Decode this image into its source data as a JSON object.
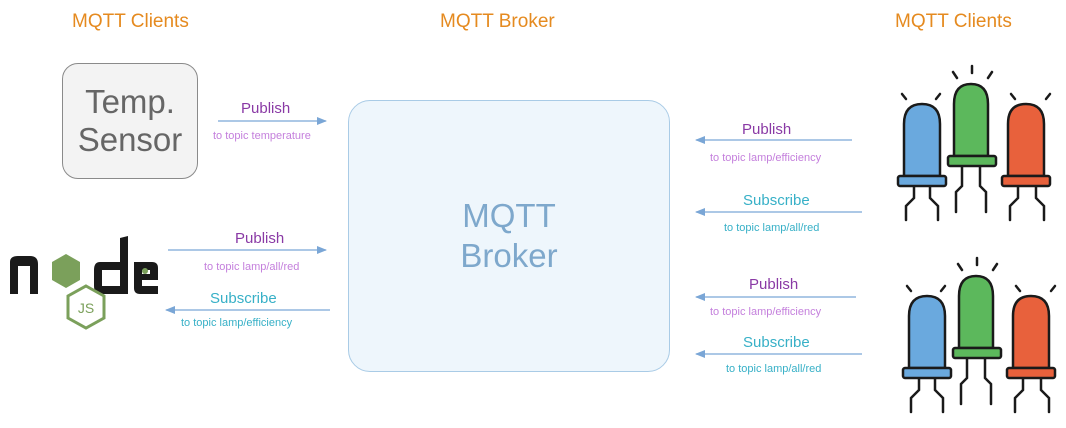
{
  "headers": {
    "left": "MQTT Clients",
    "center": "MQTT Broker",
    "right": "MQTT Clients"
  },
  "sensor": {
    "line1": "Temp.",
    "line2": "Sensor"
  },
  "broker": {
    "line1": "MQTT",
    "line2": "Broker"
  },
  "node_logo": {
    "wordmark": "node",
    "badge": "JS"
  },
  "arrows": {
    "sensor_publish": {
      "action": "Publish",
      "topic": "to topic temperature"
    },
    "node_publish": {
      "action": "Publish",
      "topic": "to topic lamp/all/red"
    },
    "node_subscribe": {
      "action": "Subscribe",
      "topic": "to topic lamp/efficiency"
    },
    "leds1_publish": {
      "action": "Publish",
      "topic": "to topic lamp/efficiency"
    },
    "leds1_subscribe": {
      "action": "Subscribe",
      "topic": "to topic lamp/all/red"
    },
    "leds2_publish": {
      "action": "Publish",
      "topic": "to topic lamp/efficiency"
    },
    "leds2_subscribe": {
      "action": "Subscribe",
      "topic": "to topic lamp/all/red"
    }
  },
  "colors": {
    "header": "#e58a1f",
    "publish": "#8a3aa5",
    "subscribe": "#37b0c7",
    "arrow": "#7aa6d6",
    "led_blue": "#6aa9de",
    "led_green": "#5cb85c",
    "led_red": "#e8613c",
    "node_green": "#7ba05b"
  }
}
